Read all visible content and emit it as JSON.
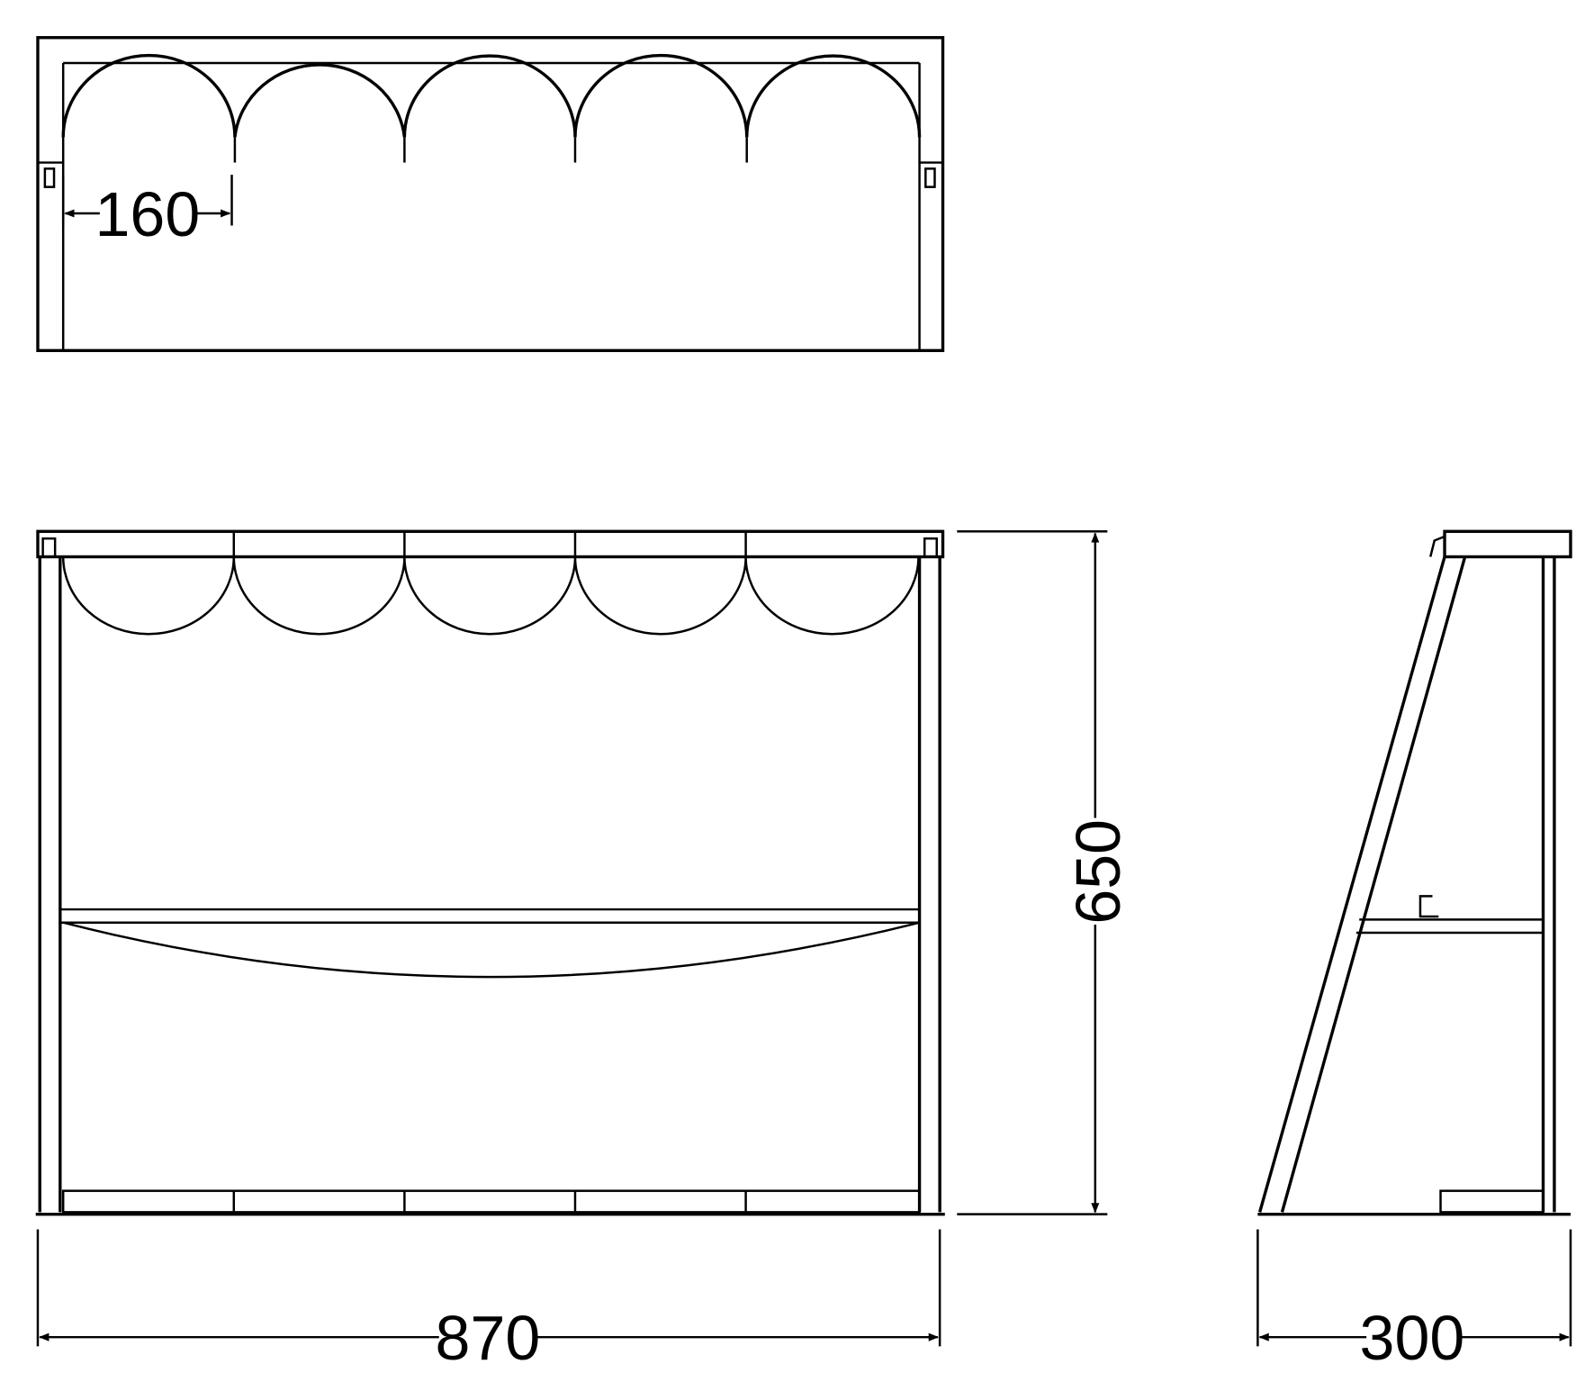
{
  "drawing": {
    "views": [
      "top-view",
      "front-view",
      "side-view"
    ],
    "dimensions": {
      "pitch": "160",
      "width": "870",
      "height": "650",
      "depth": "300"
    },
    "colors": {
      "line": "#000000",
      "background": "#ffffff"
    }
  }
}
